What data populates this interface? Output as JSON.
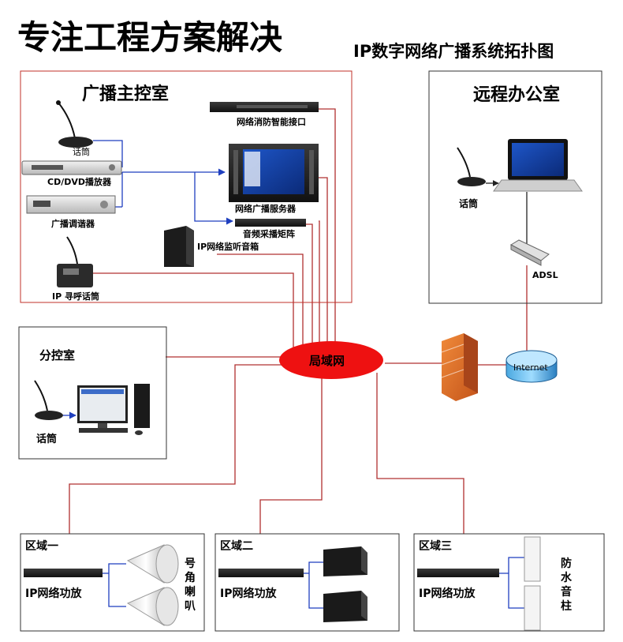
{
  "header": {
    "slogan": "专注工程方案解决",
    "title": "IP数字网络广播系统拓扑图"
  },
  "rooms": {
    "main": {
      "title": "广播主控室",
      "mic": "话筒",
      "cd_player": "CD/DVD播放器",
      "tuner": "广播调谐器",
      "ip_paging_mic": "IP 寻呼话筒",
      "fire_interface": "网络消防智能接口",
      "server": "网络广播服务器",
      "audio_matrix": "音频采播矩阵",
      "monitor_speaker": "IP网络监听音箱"
    },
    "remote": {
      "title": "远程办公室",
      "mic": "话筒",
      "adsl": "ADSL"
    },
    "sub": {
      "title": "分控室",
      "mic": "话筒"
    }
  },
  "network": {
    "lan": "局域网",
    "internet": "Internet"
  },
  "zones": [
    {
      "title": "区域一",
      "amp": "IP网络功放",
      "speaker": "号角喇叭"
    },
    {
      "title": "区域二",
      "amp": "IP网络功放",
      "speaker": ""
    },
    {
      "title": "区域三",
      "amp": "IP网络功放",
      "speaker": "防水音柱"
    }
  ],
  "colors": {
    "red_line": "#b03030",
    "blue_line": "#1f3fbf",
    "lan": "#ee1111",
    "box": "#333333",
    "main_box": "#c0302a"
  }
}
